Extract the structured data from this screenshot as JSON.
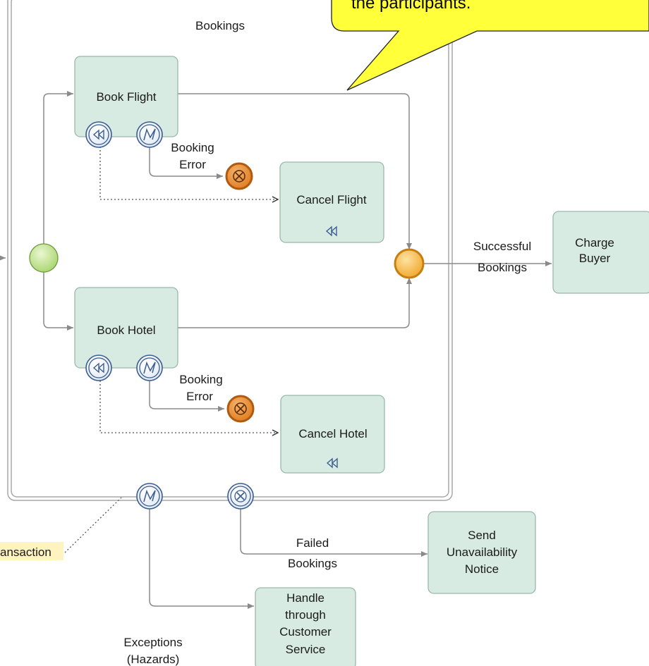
{
  "callout": {
    "text": "the participants."
  },
  "subprocess": {
    "label": "Bookings"
  },
  "tasks": {
    "book_flight": "Book Flight",
    "book_hotel": "Book Hotel",
    "cancel_flight": "Cancel Flight",
    "cancel_hotel": "Cancel Hotel",
    "charge_buyer": [
      "Charge",
      "Buyer"
    ],
    "send_notice": [
      "Send",
      "Unavailability",
      "Notice"
    ],
    "handle_service": [
      "Handle",
      "through",
      "Customer",
      "Service"
    ]
  },
  "flows": {
    "booking_error_flight": [
      "Booking",
      "Error"
    ],
    "booking_error_hotel": [
      "Booking",
      "Error"
    ],
    "successful": [
      "Successful",
      "Bookings"
    ],
    "failed": [
      "Failed",
      "Bookings"
    ],
    "exceptions": [
      "Exceptions",
      "(Hazards)"
    ]
  },
  "annotation": {
    "text": "ansaction"
  },
  "colors": {
    "task_fill": "#d8ebe3",
    "task_stroke": "#9ab8aa",
    "callout_fill": "#ffff3a",
    "start_fill": "#c6e59a",
    "gateway_fill": "#f6b543",
    "error_fill": "#e88a2c",
    "boundary_stroke": "#3b5d8f",
    "annotation_bg": "#fff3bf"
  }
}
